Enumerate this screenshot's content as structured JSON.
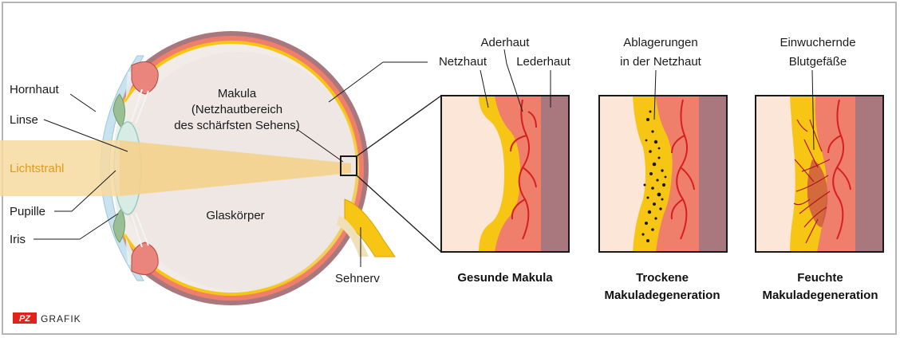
{
  "eye": {
    "hornhaut": "Hornhaut",
    "linse": "Linse",
    "lichtstrahl": "Lichtstrahl",
    "pupille": "Pupille",
    "iris": "Iris",
    "makula_l1": "Makula",
    "makula_l2": "(Netzhautbereich",
    "makula_l3": "des schärfsten Sehens)",
    "glaskoerper": "Glaskörper",
    "sehnerv": "Sehnerv"
  },
  "layers": {
    "aderhaut": "Aderhaut",
    "netzhaut": "Netzhaut",
    "lederhaut": "Lederhaut"
  },
  "panel_dry": {
    "label_l1": "Ablagerungen",
    "label_l2": "in der Netzhaut",
    "caption_l1": "Trockene",
    "caption_l2": "Makuladegeneration"
  },
  "panel_wet": {
    "label_l1": "Einwuchernde",
    "label_l2": "Blutgefäße",
    "caption_l1": "Feuchte",
    "caption_l2": "Makuladegeneration"
  },
  "panel_healthy": {
    "caption": "Gesunde Makula"
  },
  "logo": {
    "badge": "PZ",
    "text": "GRAFIK"
  },
  "colors": {
    "sclera": "#a9787f",
    "choroid": "#ef7f6b",
    "retina": "#f7c615",
    "vitreous": "#f2ece9",
    "light_beam": "#f7d9a0",
    "vessel": "#d81f1f",
    "lens": "#d8ece6",
    "iris": "#e8958c"
  }
}
